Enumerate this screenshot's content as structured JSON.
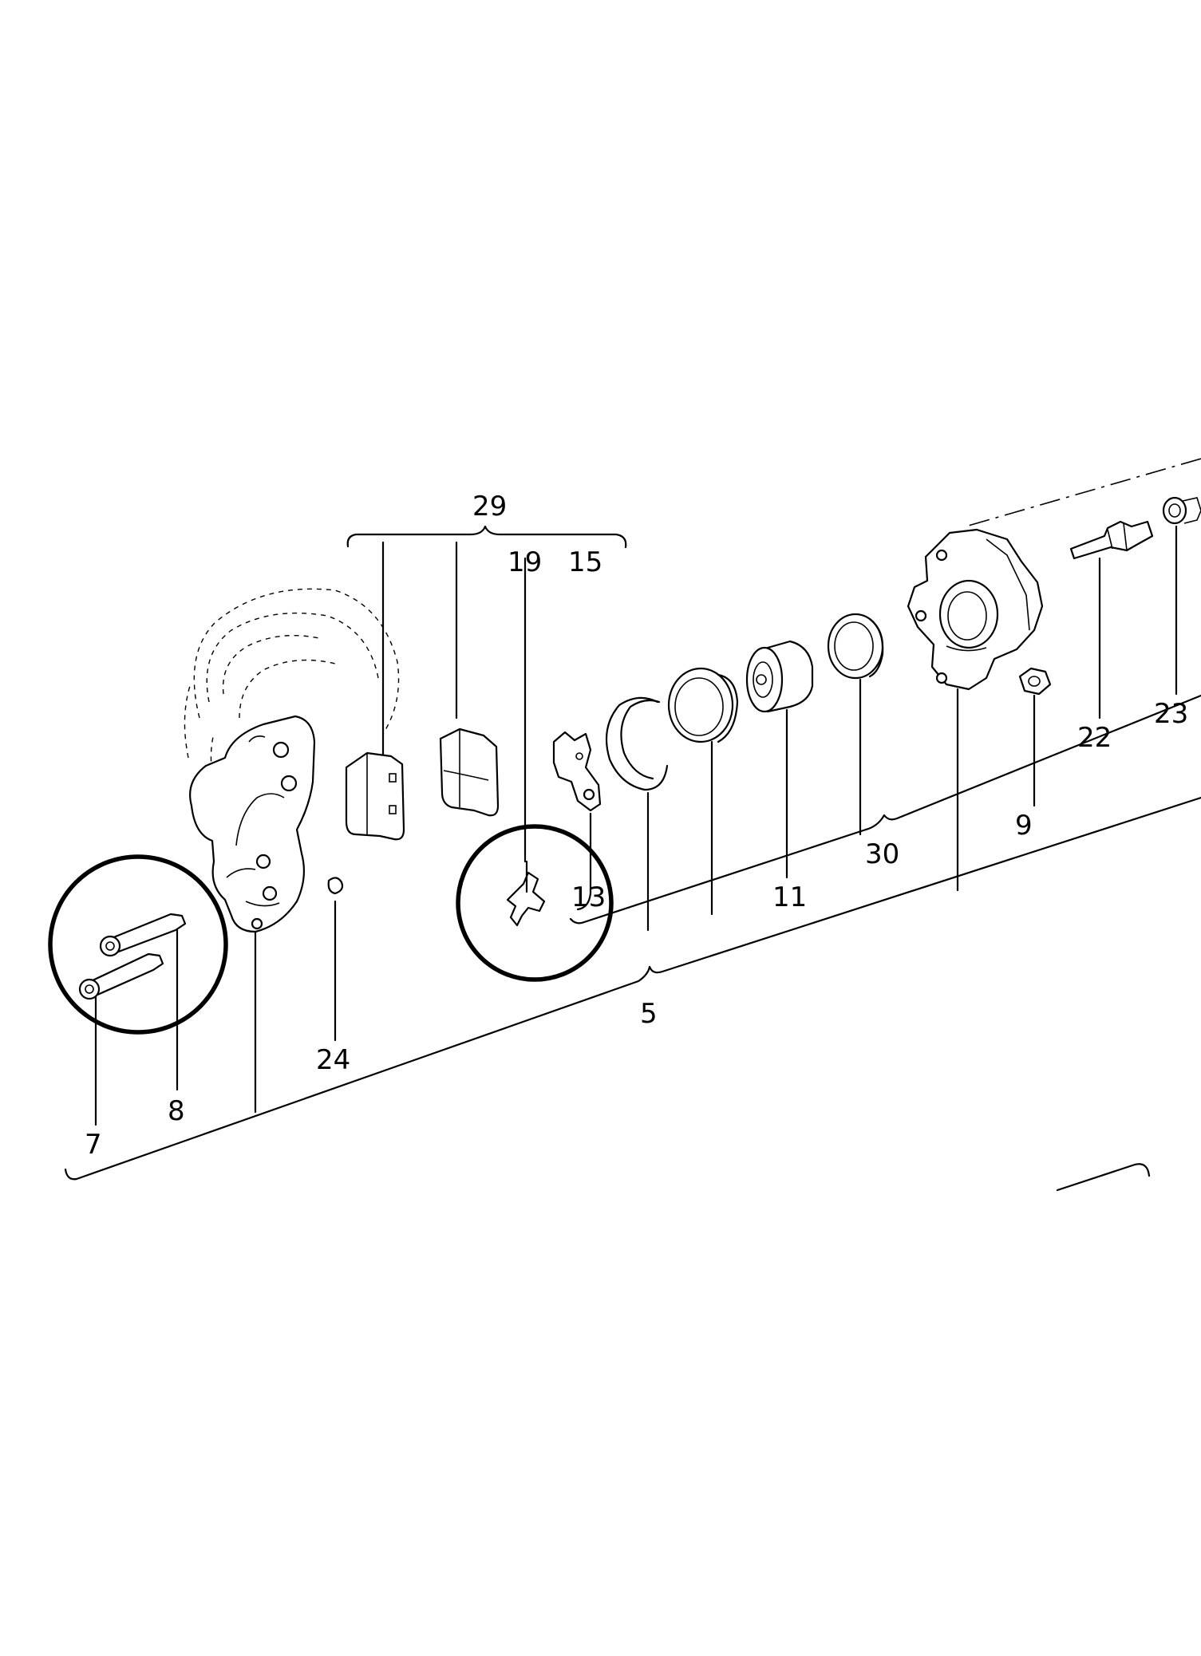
{
  "diagram": {
    "callouts": {
      "c29": "29",
      "c19": "19",
      "c15": "15",
      "c13": "13",
      "c5": "5",
      "c11": "11",
      "c30": "30",
      "c9": "9",
      "c22": "22",
      "c23": "23",
      "c24": "24",
      "c8": "8",
      "c7": "7"
    }
  }
}
